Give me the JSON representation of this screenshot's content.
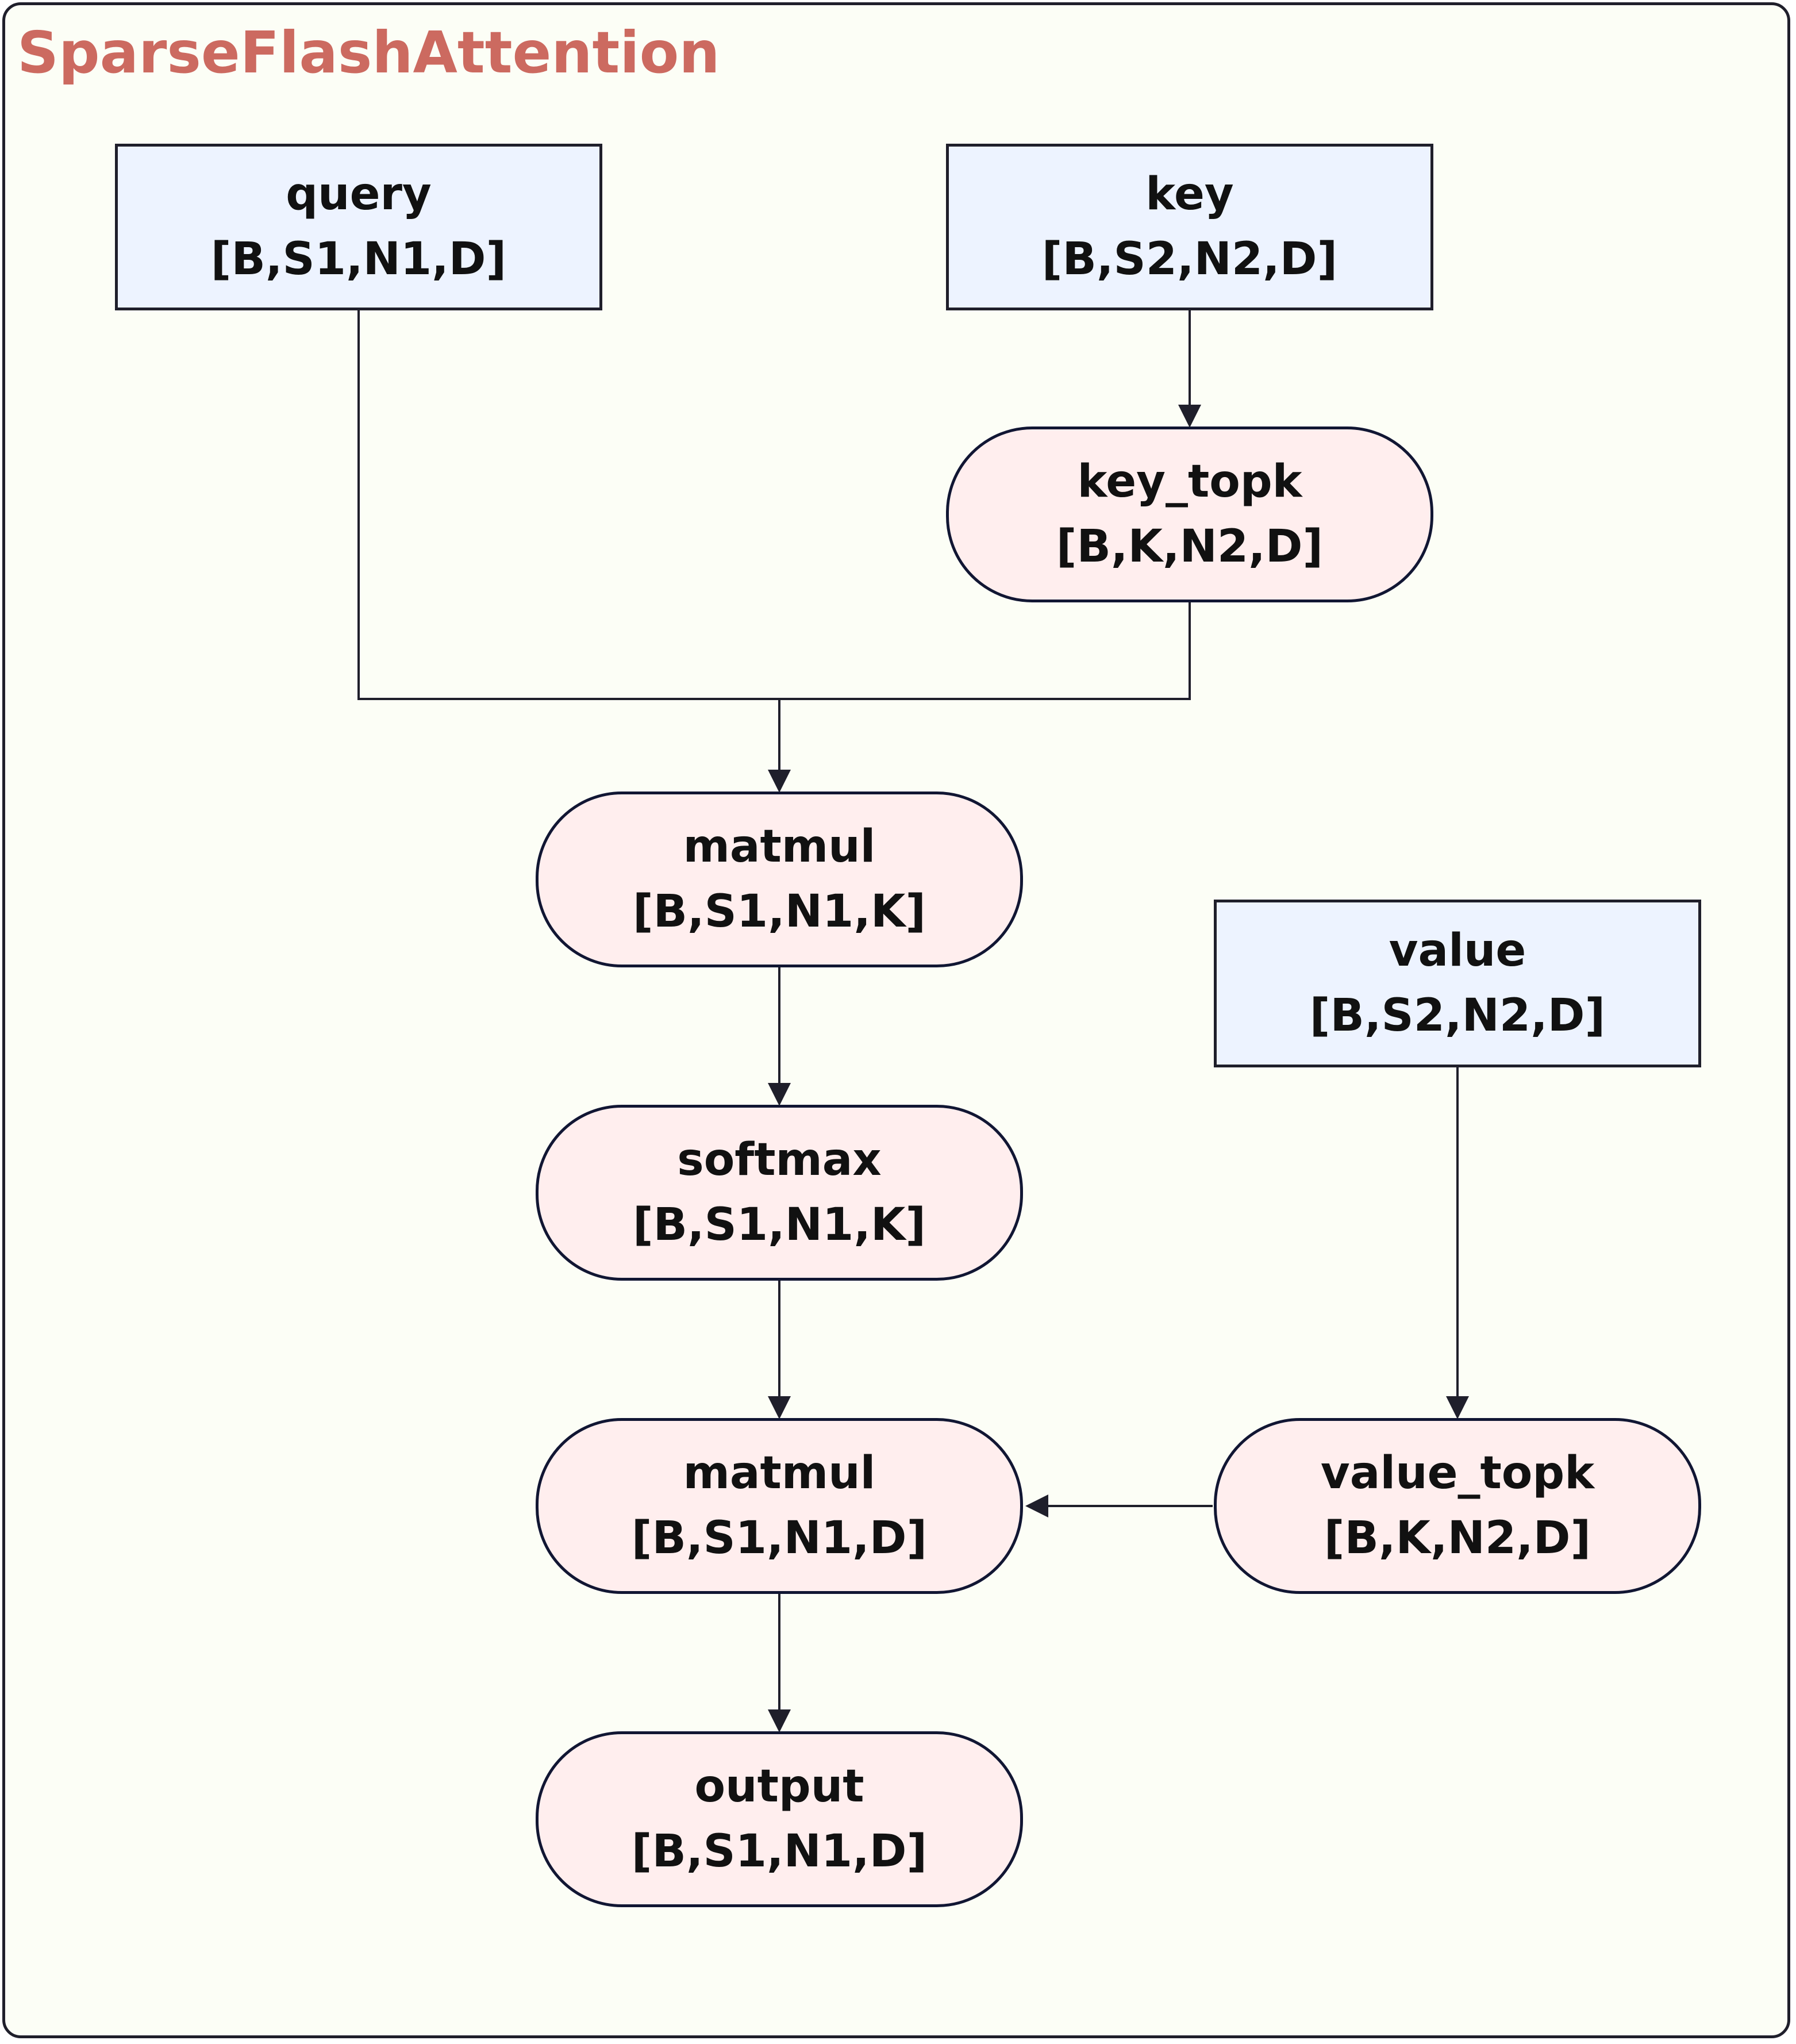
{
  "diagram": {
    "title": "SparseFlashAttention",
    "nodes": {
      "query": {
        "name": "query",
        "shape": "[B,S1,N1,D]"
      },
      "key": {
        "name": "key",
        "shape": "[B,S2,N2,D]"
      },
      "key_topk": {
        "name": "key_topk",
        "shape": "[B,K,N2,D]"
      },
      "matmul1": {
        "name": "matmul",
        "shape": "[B,S1,N1,K]"
      },
      "value": {
        "name": "value",
        "shape": "[B,S2,N2,D]"
      },
      "softmax": {
        "name": "softmax",
        "shape": "[B,S1,N1,K]"
      },
      "matmul2": {
        "name": "matmul",
        "shape": "[B,S1,N1,D]"
      },
      "value_topk": {
        "name": "value_topk",
        "shape": "[B,K,N2,D]"
      },
      "output": {
        "name": "output",
        "shape": "[B,S1,N1,D]"
      }
    },
    "edges": [
      {
        "from": "key",
        "to": "key_topk"
      },
      {
        "from": "query",
        "to": "matmul1"
      },
      {
        "from": "key_topk",
        "to": "matmul1"
      },
      {
        "from": "matmul1",
        "to": "softmax"
      },
      {
        "from": "softmax",
        "to": "matmul2"
      },
      {
        "from": "value",
        "to": "value_topk"
      },
      {
        "from": "value_topk",
        "to": "matmul2"
      },
      {
        "from": "matmul2",
        "to": "output"
      }
    ],
    "colors": {
      "frame_bg": "#fcfef6",
      "title": "#cc6a60",
      "input_fill": "#edf3ff",
      "op_fill": "#ffeeee",
      "stroke": "#1f1f2b"
    }
  }
}
